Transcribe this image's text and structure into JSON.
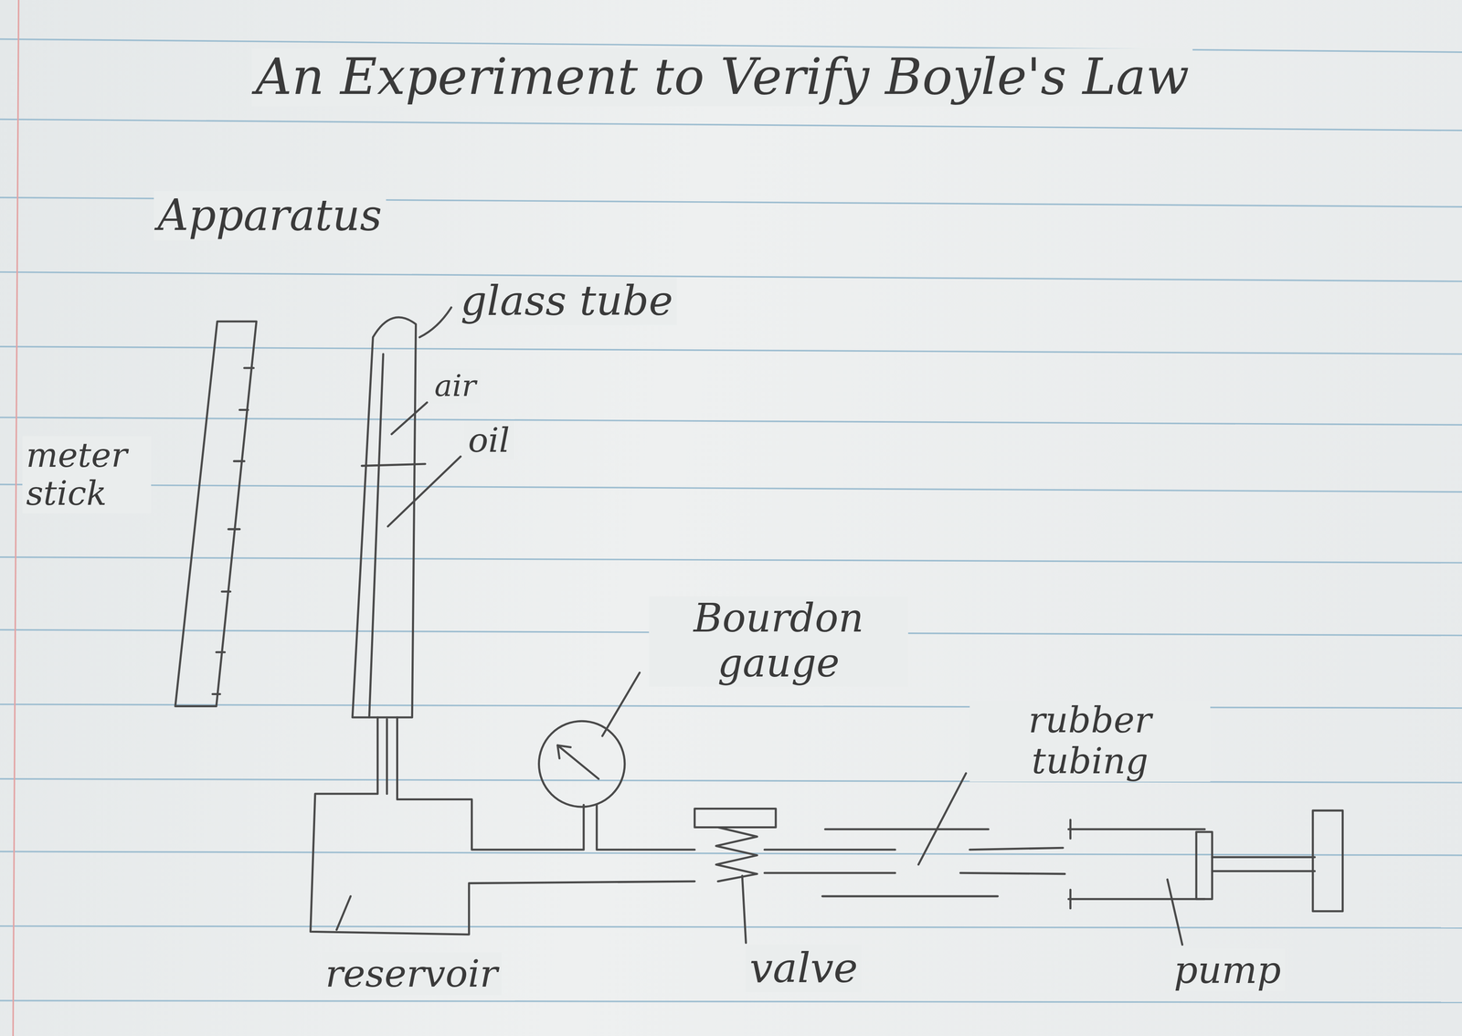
{
  "diagram": {
    "title": "An Experiment to Verify Boyle's Law",
    "labels": [
      "Apparatus",
      "glass tube",
      "air",
      "oil",
      "meter stick",
      "Bourdon gauge",
      "rubber tubing",
      "reservoir",
      "valve",
      "pump"
    ]
  }
}
